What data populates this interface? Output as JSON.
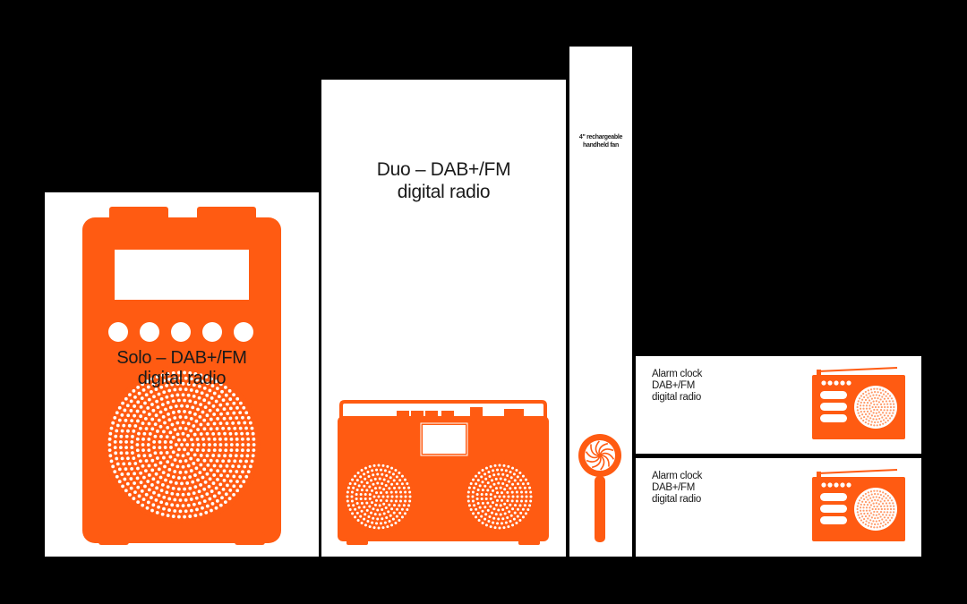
{
  "colors": {
    "background": "#000000",
    "box": "#ffffff",
    "product": "#ff5b12",
    "text": "#1a1a1a"
  },
  "products": {
    "solo": {
      "line1": "Solo – DAB+/FM",
      "line2": "digital radio"
    },
    "duo": {
      "line1": "Duo – DAB+/FM",
      "line2": "digital radio"
    },
    "fan": {
      "line1": "4\" rechargeable",
      "line2": "handheld fan"
    },
    "alarm1": {
      "line1": "Alarm clock",
      "line2": "DAB+/FM",
      "line3": "digital radio"
    },
    "alarm2": {
      "line1": "Alarm clock",
      "line2": "DAB+/FM",
      "line3": "digital radio"
    }
  }
}
